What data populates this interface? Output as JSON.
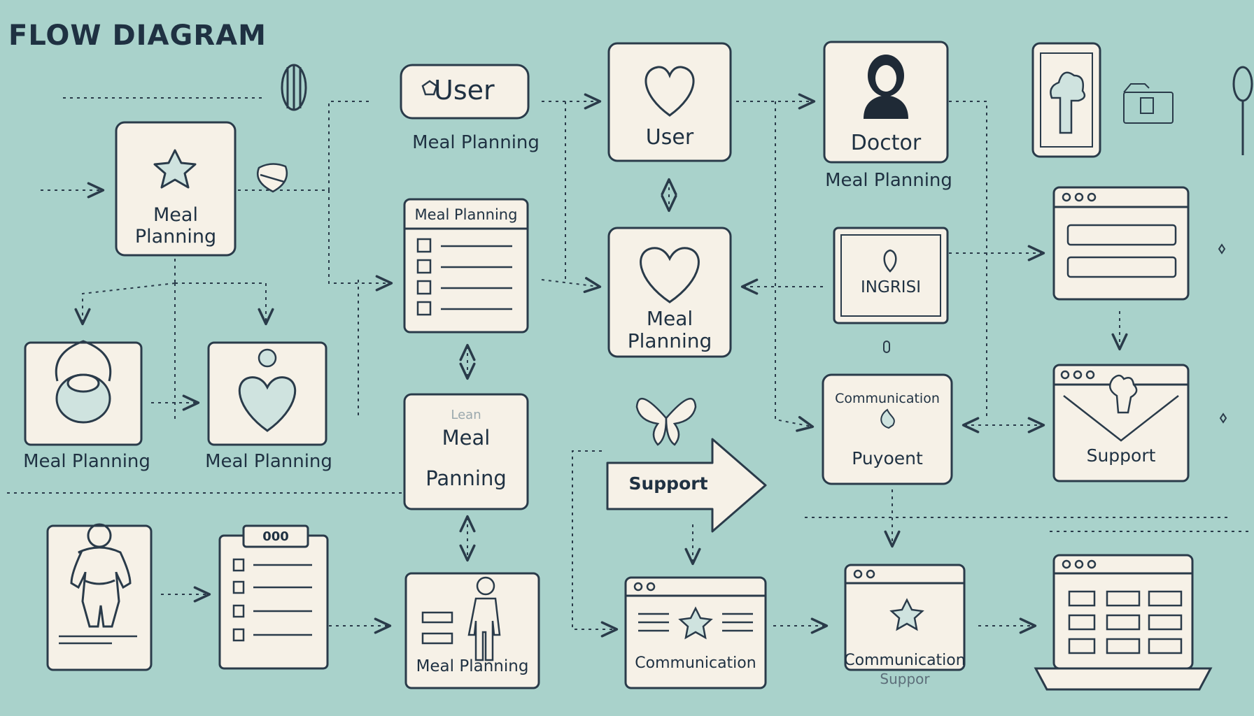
{
  "title": "FLOW DIAGRAM",
  "labels": {
    "meal_planning_top": "Meal\nPlanning",
    "user_pill": "User",
    "meal_planning_caption_top": "Meal Planning",
    "meal_planning_list_header": "Meal Planning",
    "user_heart": "User",
    "doctor": "Doctor",
    "meal_planning_doctor_caption": "Meal Planning",
    "meal_planning_heart": "Meal\nPlanning",
    "ingrisi": "INGRISI",
    "meal_planning_bag": "Meal Planning",
    "meal_planning_heart2": "Meal Planning",
    "lean_meal": "Lean",
    "meal_middle": "Meal",
    "planning_middle": "Panning",
    "support_arrow": "Support",
    "communication_payment_1": "Communication",
    "communication_payment_2": "Puyoent",
    "support_mail": "Support",
    "meal_planning_person": "Meal Planning",
    "communication_window": "Communication",
    "communication_support_1": "Communication",
    "communication_support_2": "Suppor",
    "list_dots": "000"
  },
  "colors": {
    "background": "#a9d2cb",
    "node_fill": "#f6f1e7",
    "stroke": "#2a3b4a",
    "text": "#1f3142"
  },
  "icons": [
    "flower-icon",
    "heart-icon",
    "doctor-avatar-icon",
    "phone-icon",
    "spoon-icon",
    "bag-icon",
    "body-icon",
    "person-icon",
    "star-icon",
    "envelope-icon",
    "laptop-icon",
    "window-icon",
    "list-icon",
    "pin-icon",
    "butterfly-icon"
  ]
}
